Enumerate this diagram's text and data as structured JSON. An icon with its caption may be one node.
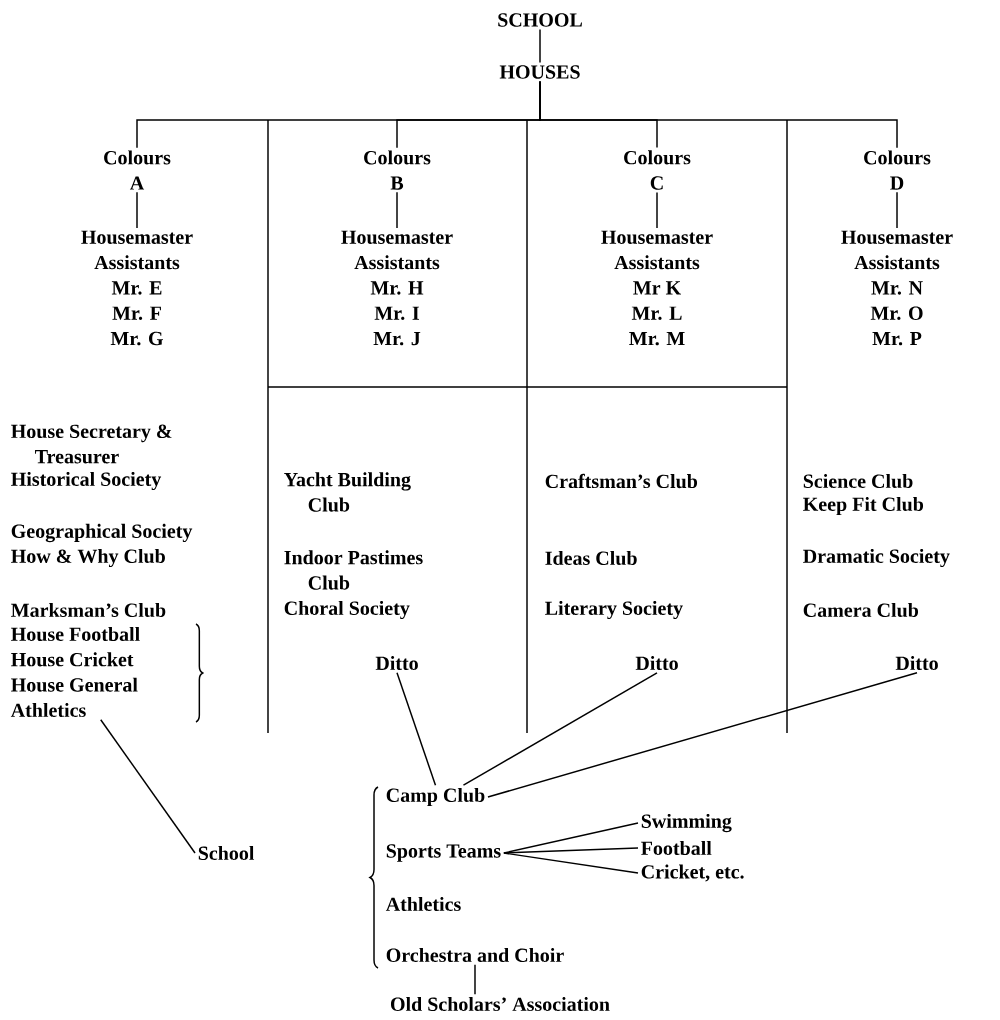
{
  "diagram": {
    "nodes": [
      {
        "text": [
          "SCHOOL"
        ]
      },
      {
        "text": [
          "HOUSES"
        ]
      },
      {
        "text": [
          "Colours",
          "A"
        ]
      },
      {
        "text": [
          "Housemaster",
          "Assistants",
          "Mr. E",
          "Mr. F",
          "Mr. G"
        ]
      },
      {
        "text": [
          "Colours",
          "B"
        ]
      },
      {
        "text": [
          "Housemaster",
          "Assistants",
          "Mr. H",
          "Mr. I",
          "Mr. J"
        ]
      },
      {
        "text": [
          "Colours",
          "C"
        ]
      },
      {
        "text": [
          "Housemaster",
          "Assistants",
          "Mr K",
          "Mr. L",
          "Mr. M"
        ]
      },
      {
        "text": [
          "Colours",
          "D"
        ]
      },
      {
        "text": [
          "Housemaster",
          "Assistants",
          "Mr. N",
          "Mr. O",
          "Mr. P"
        ]
      },
      {
        "text": [
          "House Football",
          "House Cricket",
          "House General Athletics"
        ]
      },
      {
        "text": [
          "Ditto"
        ]
      },
      {
        "text": [
          "Ditto"
        ]
      },
      {
        "text": [
          "Ditto"
        ]
      },
      {
        "text": [
          "School"
        ]
      },
      {
        "text": [
          "Camp Club"
        ]
      },
      {
        "text": [
          "Sports Teams"
        ]
      },
      {
        "text": [
          "Athletics"
        ]
      },
      {
        "text": [
          "Orchestra and Choir"
        ]
      },
      {
        "text": [
          "Old Scholars’ Association"
        ]
      },
      {
        "text": [
          "Swimming"
        ]
      },
      {
        "text": [
          "Football"
        ]
      },
      {
        "text": [
          "Cricket, etc."
        ]
      }
    ],
    "edges": [
      {
        "from": 0,
        "to": 1,
        "arrow": "none"
      },
      {
        "from": 1,
        "to": 2,
        "arrow": "none"
      },
      {
        "from": 1,
        "to": 4,
        "arrow": "none"
      },
      {
        "from": 1,
        "to": 6,
        "arrow": "none"
      },
      {
        "from": 1,
        "to": 8,
        "arrow": "none"
      },
      {
        "from": 2,
        "to": 3,
        "arrow": "none"
      },
      {
        "from": 4,
        "to": 5,
        "arrow": "none"
      },
      {
        "from": 6,
        "to": 7,
        "arrow": "none"
      },
      {
        "from": 8,
        "to": 9,
        "arrow": "none"
      },
      {
        "from": 10,
        "to": 14,
        "arrow": "none"
      },
      {
        "from": 11,
        "to": 15,
        "arrow": "none"
      },
      {
        "from": 12,
        "to": 15,
        "arrow": "none"
      },
      {
        "from": 13,
        "to": 15,
        "arrow": "none"
      },
      {
        "from": 16,
        "to": 20,
        "arrow": "none"
      },
      {
        "from": 16,
        "to": 21,
        "arrow": "none"
      },
      {
        "from": 16,
        "to": 22,
        "arrow": "none"
      },
      {
        "from": 18,
        "to": 19,
        "arrow": "none"
      }
    ],
    "labels": [
      "House Secretary & Treasurer",
      "Historical Society",
      "Geographical Society",
      "How & Why Club",
      "Marksman’s Club",
      "Yacht Building Club",
      "Indoor Pastimes Club",
      "Choral Society",
      "Craftsman’s Club",
      "Ideas Club",
      "Literary Society",
      "Science Club",
      "Keep Fit Club",
      "Dramatic Society",
      "Camera Club"
    ]
  }
}
